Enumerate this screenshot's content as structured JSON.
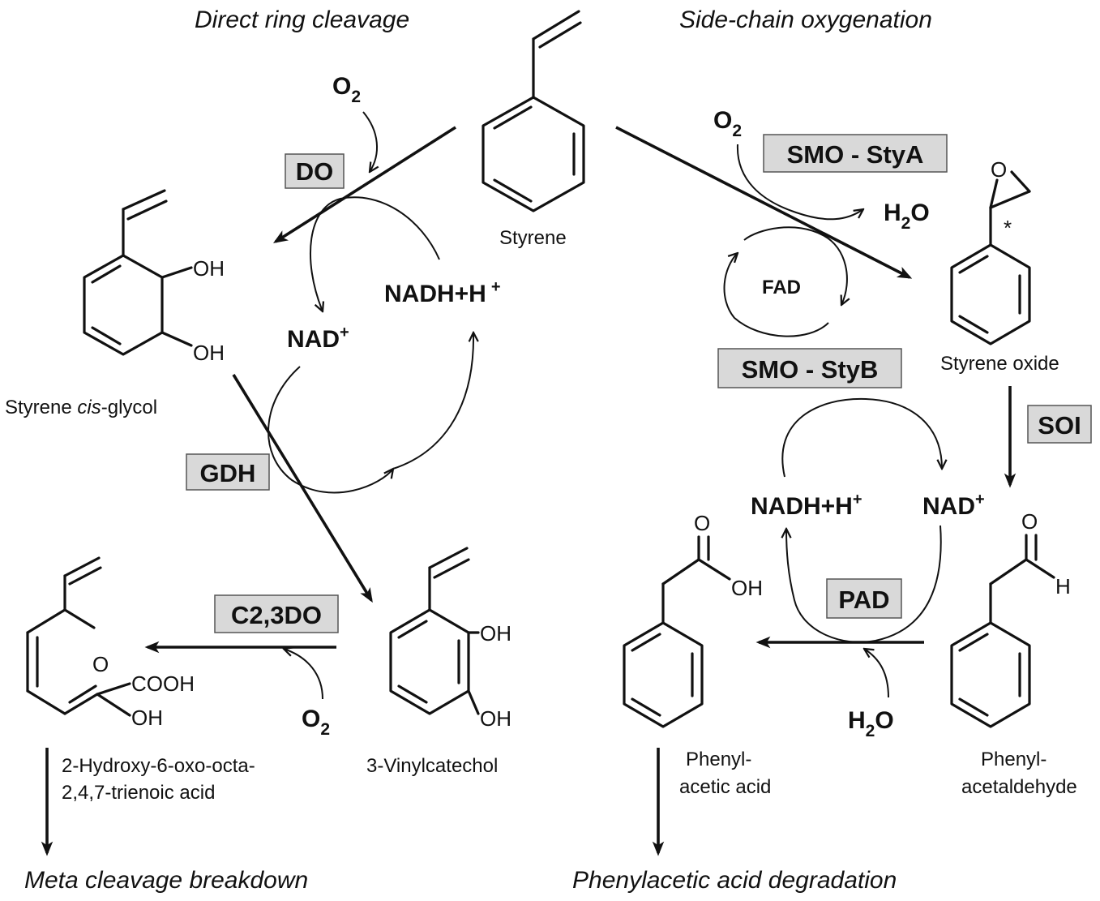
{
  "titles": {
    "left": "Direct ring cleavage",
    "right": "Side-chain oxygenation",
    "bottom_left": "Meta cleavage breakdown",
    "bottom_right": "Phenylacetic acid degradation"
  },
  "compounds": {
    "styrene": "Styrene",
    "cis_glycol_prefix": "Styrene ",
    "cis_glycol_italic": "cis",
    "cis_glycol_suffix": "-glycol",
    "vinylcatechol": "3-Vinylcatechol",
    "trienoic_line1": "2-Hydroxy-6-oxo-octa-",
    "trienoic_line2": "2,4,7-trienoic acid",
    "styrene_oxide": "Styrene oxide",
    "phenylacetic_line1": "Phenyl-",
    "phenylacetic_line2": "acetic acid",
    "phenylacetaldehyde_line1": "Phenyl-",
    "phenylacetaldehyde_line2": "acetaldehyde"
  },
  "enzymes": {
    "do": "DO",
    "gdh": "GDH",
    "c23do": "C2,3DO",
    "smo_stya": "SMO - StyA",
    "smo_styb": "SMO - StyB",
    "soi": "SOI",
    "pad": "PAD"
  },
  "cofactors": {
    "o2": "O",
    "o2_sub": "2",
    "h2o_h": "H",
    "h2o_sub": "2",
    "h2o_o": "O",
    "nad": "NAD",
    "nad_sup": "+",
    "nadh": "NADH+H",
    "nadh_sup": "+",
    "fad": "FAD"
  },
  "atoms": {
    "oh": "OH",
    "o": "O",
    "h": "H",
    "cooh": "COOH",
    "chiral_mark": "*"
  }
}
